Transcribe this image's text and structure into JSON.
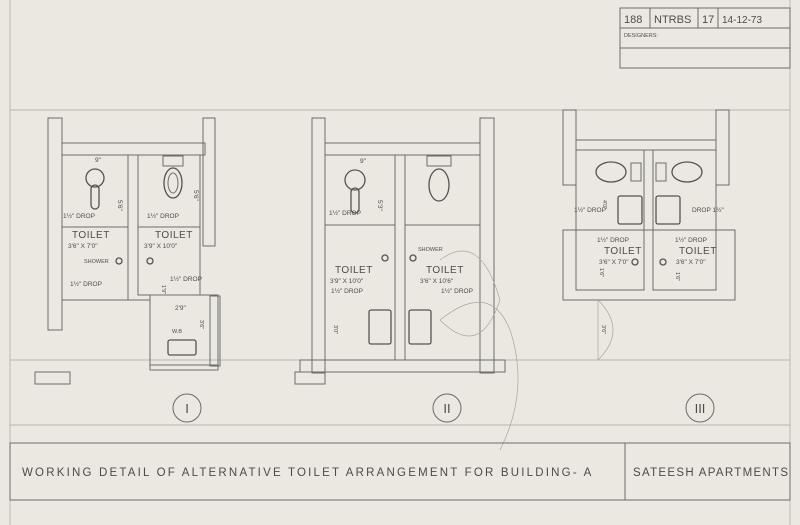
{
  "title_block": {
    "cells": [
      "188",
      "NTRBS",
      "17",
      "14-12-73"
    ],
    "designers_label": "DESIGNERS:"
  },
  "plans": [
    {
      "numeral": "I",
      "left": {
        "name": "TOILET",
        "size": "3'6\" X 7'0\"",
        "drop_top": "1½\" DROP",
        "drop_bottom": "1½\" DROP",
        "shower": "SHOWER",
        "dim": "5'6\"",
        "dim2": "9\""
      },
      "right": {
        "name": "TOILET",
        "size": "3'9\" X 10'0\"",
        "drop_top": "1½\" DROP",
        "drop_bottom": "1½\" DROP",
        "dim": "5'6\"",
        "dim2": "1'9\""
      },
      "wash": {
        "label": "W.B",
        "width": "2'9\"",
        "dim": "3'6\""
      }
    },
    {
      "numeral": "II",
      "left": {
        "name": "TOILET",
        "size": "3'9\" X 10'0\"",
        "drop_top": "1½\" DROP",
        "drop_bottom": "1½\" DROP",
        "dim": "5'3\"",
        "dim2": "9\"",
        "dim3": "3'0\""
      },
      "right": {
        "name": "TOILET",
        "size": "3'6\" X 10'6\"",
        "drop_bottom": "1½\" DROP",
        "shower": "SHOWER"
      }
    },
    {
      "numeral": "III",
      "left": {
        "name": "TOILET",
        "size": "3'6\" X 7'0\"",
        "drop_top": "1½\" DROP",
        "drop_bottom": "1½\" DROP",
        "dim": "4'0\"",
        "dim2": "1'6\""
      },
      "right": {
        "name": "TOILET",
        "size": "3'6\" X 7'0\"",
        "drop_top": "DROP 1½\"",
        "drop_bottom": "1½\" DROP",
        "dim2": "1'6\""
      },
      "dim_below": "3'6\""
    }
  ],
  "footer": {
    "title": "WORKING DETAIL OF ALTERNATIVE TOILET ARRANGEMENT FOR BUILDING- A",
    "project": "SATEESH APARTMENTS"
  }
}
